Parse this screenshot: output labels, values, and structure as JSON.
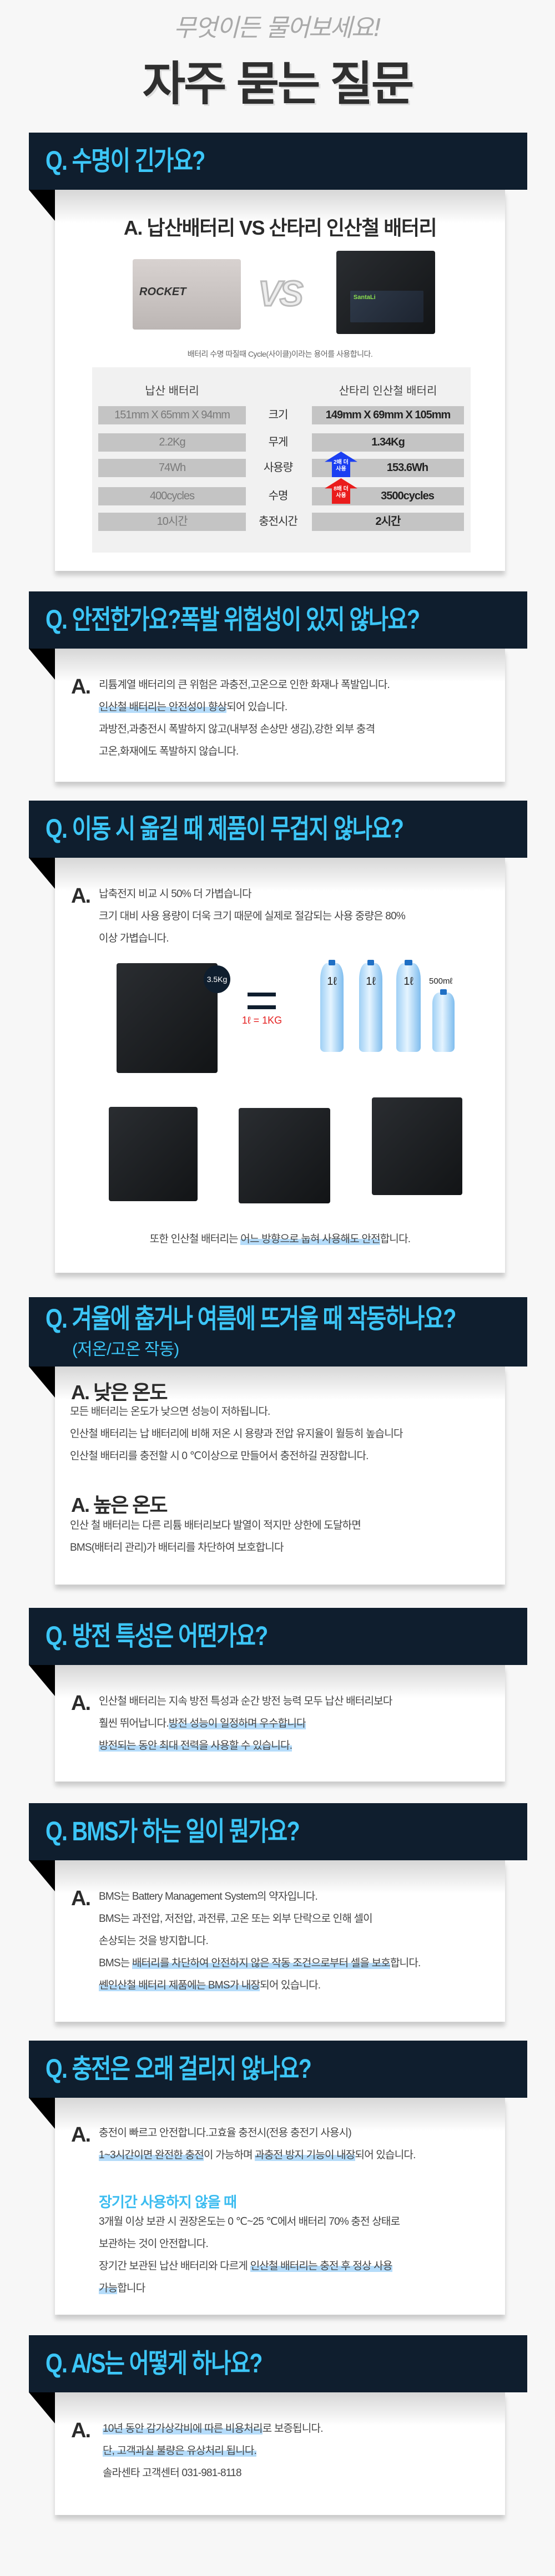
{
  "header": {
    "kicker": "무엇이든 물어보세요!",
    "title": "자주 묻는 질문"
  },
  "colors": {
    "bar": "#0f1e2e",
    "question": "#3cc6f7",
    "highlight": "#b5dcfa",
    "background": "#f7f7f7"
  },
  "faq": [
    {
      "q": "Q. 수명이 긴가요?",
      "answer_title": "A. 납산배터리 VS 산타리 인산철 배터리",
      "images": {
        "lead_brand": "ROCKET",
        "vs": "VS",
        "lfp_brand": "SantaLi"
      },
      "caption": "배터리 수명 따질때 Cycle(사이클)이라는 용어를 사용합니다.",
      "table": {
        "left_header": "납산 배터리",
        "right_header": "산타리 인산철 배터리",
        "rows": [
          {
            "label": "크기",
            "lead": "151mm X 65mm X 94mm",
            "lfp": "149mm X 69mm X 105mm"
          },
          {
            "label": "무게",
            "lead": "2.2Kg",
            "lfp": "1.34Kg"
          },
          {
            "label": "사용량",
            "lead": "74Wh",
            "lfp": "153.6Wh"
          },
          {
            "label": "수명",
            "lead": "400cycles",
            "lfp": "3500cycles"
          },
          {
            "label": "충전시간",
            "lead": "10시간",
            "lfp": "2시간"
          }
        ],
        "badges": {
          "usage": "2배 더 사용",
          "life": "8배 더 사용"
        }
      }
    },
    {
      "q": "Q. 안전한가요?폭발 위험성이 있지 않나요?",
      "a": "A.",
      "lines": [
        [
          {
            "t": "리튬계열 배터리의 큰 위험은 과충전,고온으로 인한 화재나 폭발입니다."
          }
        ],
        [
          {
            "t": "인산철 배터리는 안전성이 향상",
            "hl": true
          },
          {
            "t": "되어 있습니다."
          }
        ],
        [
          {
            "t": "과방전,과충전시 폭발하지 않고(내부정 손상만 생김),강한 외부 충격"
          }
        ],
        [
          {
            "t": "고온,화재에도 폭발하지 않습니다."
          }
        ]
      ]
    },
    {
      "q": "Q. 이동 시 옮길 때 제품이 무겁지 않나요?",
      "a": "A.",
      "lines": [
        [
          {
            "t": "납축전지 비교 시 50% 더 가볍습니다"
          }
        ],
        [
          {
            "t": "크기 대비 사용 용량이 더욱 크기 때문에 실제로 절감되는 사용 중량은 80%"
          }
        ],
        [
          {
            "t": "이상 가볍습니다."
          }
        ]
      ],
      "images": {
        "weight": "3.5Kg",
        "equation": "1ℓ = 1KG",
        "bottle": "1ℓ",
        "small_bottle": "500mℓ"
      },
      "caption": [
        {
          "t": "또한 인산철 배터리는 "
        },
        {
          "t": "어느 방향으로 눕혀 사용해도 안전",
          "hl": true
        },
        {
          "t": "합니다."
        }
      ]
    },
    {
      "q": "Q. 겨울에 춥거나 여름에 뜨거울 때 작동하나요?",
      "q_sub": "(저온/고온 작동)",
      "blocks": [
        {
          "title": "A. 낮은 온도",
          "lines": [
            [
              {
                "t": "모든 배터리는 온도가 낮으면 성능이 저하됩니다."
              }
            ],
            [
              {
                "t": "인산철 배터리는 납 배터리에 비해 저온 시 용량과 전압 유지율이 월등히 높습니다"
              }
            ],
            [
              {
                "t": "인산철 배터리를 충전할 시 0 ℃이상으로 만들어서 충전하길 권장합니다."
              }
            ]
          ]
        },
        {
          "title": "A. 높은 온도",
          "lines": [
            [
              {
                "t": "인산 철 배터리는 다른 리튬 배터리보다 발열이 적지만 상한에 도달하면"
              }
            ],
            [
              {
                "t": "BMS(배터리 관리)가 배터리를 차단하여 보호합니다"
              }
            ]
          ]
        }
      ]
    },
    {
      "q": "Q. 방전 특성은 어떤가요?",
      "a": "A.",
      "lines": [
        [
          {
            "t": "인산철 배터리는 지속 방전 특성과 순간 방전 능력 모두 납산 배터리보다"
          }
        ],
        [
          {
            "t": "훨씬 뛰어납니다."
          },
          {
            "t": "방전 성능이 일정하며 우수합니다",
            "hl": true
          }
        ],
        [
          {
            "t": "방전되는 동안 최대 전력을 사용할 수 있습니다.",
            "hl": true
          }
        ]
      ]
    },
    {
      "q": "Q. BMS가 하는 일이 뭔가요?",
      "a": "A.",
      "lines": [
        [
          {
            "t": "BMS는 Battery Management System의 약자입니다."
          }
        ],
        [
          {
            "t": "BMS는 과전압, 저전압, 과전류, 고온 또는 외부 단락으로 인해 셀이"
          }
        ],
        [
          {
            "t": "손상되는 것을 방지합니다."
          }
        ],
        [
          {
            "t": "BMS는 "
          },
          {
            "t": "배터리를 차단하여 안전하지 않은 작동 조건으로부터 셀을 보호",
            "hl": true
          },
          {
            "t": "합니다."
          }
        ],
        [
          {
            "t": "쎈인산철 배터리 제품에는 BMS가 내장",
            "hl": true
          },
          {
            "t": "되어 있습니다."
          }
        ]
      ]
    },
    {
      "q": "Q. 충전은 오래 걸리지 않나요?",
      "a": "A.",
      "lines": [
        [
          {
            "t": "충전이 빠르고 안전합니다.고효율 충전시(전용 충전기 사용시)"
          }
        ],
        [
          {
            "t": "1~3시간이면 완전한 충전",
            "hl": true
          },
          {
            "t": "이 가능하며 "
          },
          {
            "t": "과충전 방지 기능이 내장",
            "hl": true
          },
          {
            "t": "되어 있습니다."
          }
        ]
      ],
      "sub_title": "장기간 사용하지 않을 때",
      "sub_lines": [
        [
          {
            "t": "3개월 이상 보관 시 권장온도는 0 ℃~25 ℃에서 배터리 70% 충전 상태로"
          }
        ],
        [
          {
            "t": "보관하는 것이 안전합니다."
          }
        ],
        [
          {
            "t": "장기간 보관된 납산 배터리와 다르게 "
          },
          {
            "t": "인산철 배터리는 충전 후 정상 사용",
            "hl": true
          }
        ],
        [
          {
            "t": "가능",
            "hl": true
          },
          {
            "t": "합니다"
          }
        ]
      ]
    },
    {
      "q": "Q. A/S는 어떻게 하나요?",
      "a": "A.",
      "lines": [
        [
          {
            "t": "10년 동안 감가상각비에 따른 비용처리",
            "hl": true
          },
          {
            "t": "로 보증됩니다."
          }
        ],
        [
          {
            "t": "단, 고객과실 불량은 유상처리 됩니다.",
            "hl": true
          }
        ],
        [
          {
            "t": "솔라센타 고객센터 031-981-8118"
          }
        ]
      ]
    }
  ]
}
